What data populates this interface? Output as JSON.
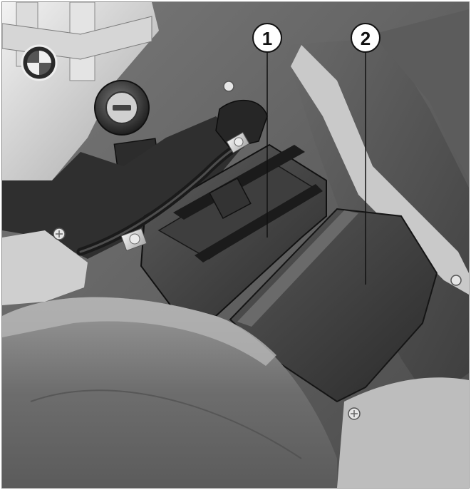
{
  "figure": {
    "kind": "technical illustration",
    "callouts": [
      {
        "label": "1"
      },
      {
        "label": "2"
      }
    ],
    "colors": {
      "frame_border": "#8c8c8c",
      "callout_fill": "#ffffff",
      "callout_stroke": "#111111",
      "leader_line": "#111111"
    }
  }
}
